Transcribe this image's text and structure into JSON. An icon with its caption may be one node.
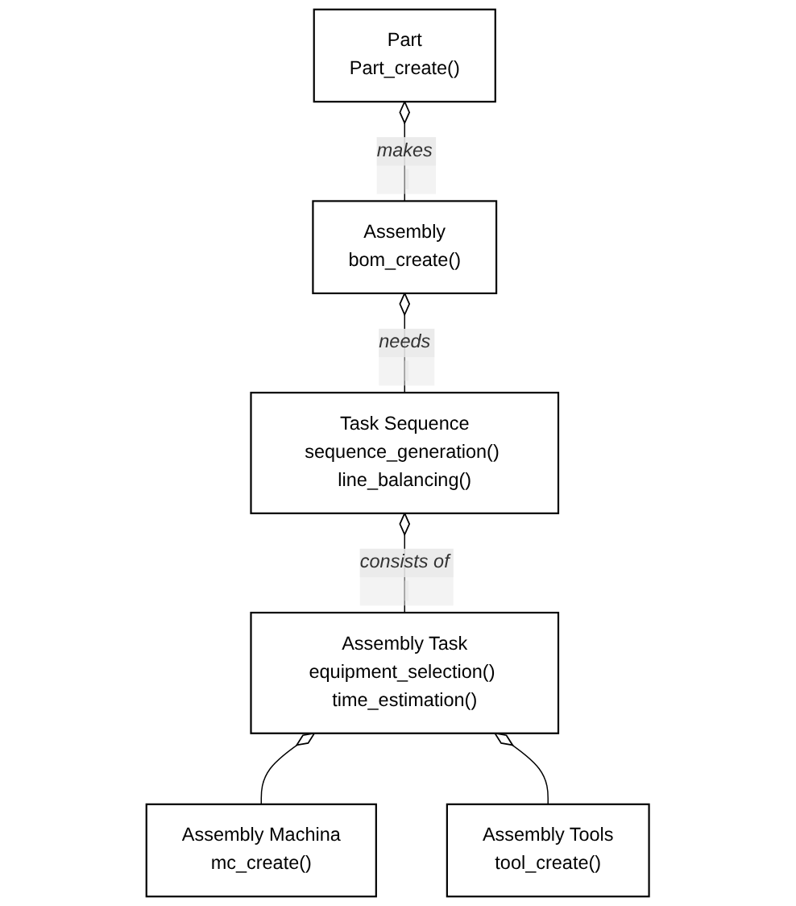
{
  "diagram": {
    "nodes": [
      {
        "text": [
          "Part",
          "Part_create()"
        ]
      },
      {
        "text": [
          "Assembly",
          "bom_create()"
        ]
      },
      {
        "text": [
          "Task Sequence",
          "sequence_generation() line_balancing()"
        ]
      },
      {
        "text": [
          "Assembly Task",
          "equipment_selection() time_estimation()"
        ]
      },
      {
        "text": [
          "Assembly Machina",
          "mc_create()"
        ]
      },
      {
        "text": [
          "Assembly Tools",
          "tool_create()"
        ]
      }
    ],
    "edges": [
      {
        "from": 1,
        "to": 0,
        "arrow": "other",
        "label": "makes"
      },
      {
        "from": 2,
        "to": 1,
        "arrow": "other",
        "label": "needs"
      },
      {
        "from": 3,
        "to": 2,
        "arrow": "other",
        "label": "consists of"
      },
      {
        "from": 4,
        "to": 3,
        "arrow": "other"
      },
      {
        "from": 5,
        "to": 3,
        "arrow": "other"
      }
    ]
  }
}
